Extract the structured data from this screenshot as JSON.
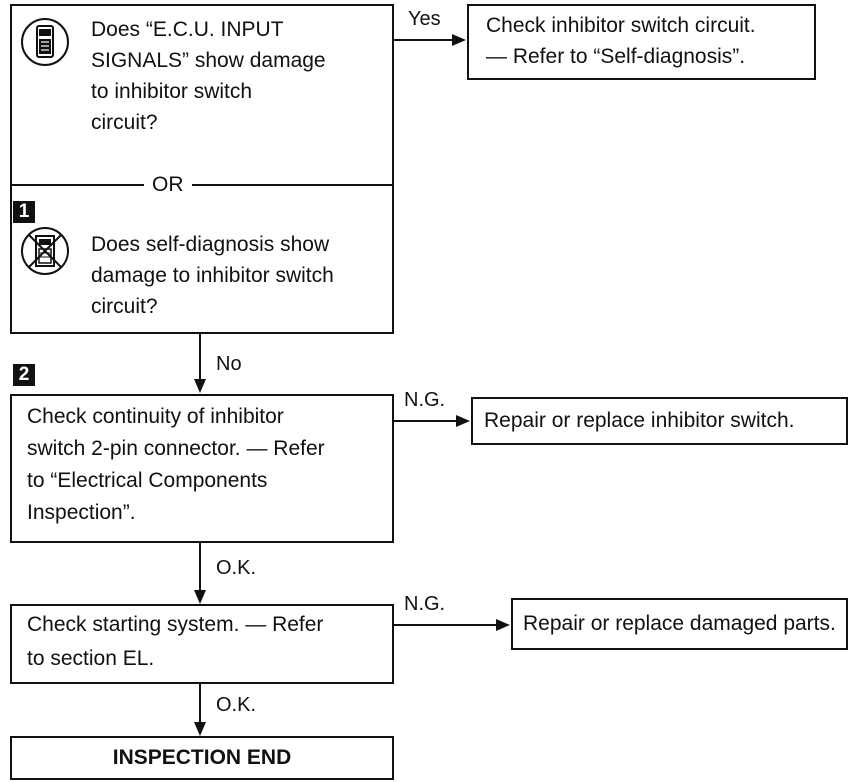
{
  "question_block": {
    "q1_lines": [
      "Does “E.C.U. INPUT",
      "SIGNALS” show damage",
      "to inhibitor switch",
      "circuit?"
    ],
    "or_label": "OR",
    "step1_number": "1",
    "q2_lines": [
      "Does self-diagnosis show",
      "damage to inhibitor switch",
      "circuit?"
    ],
    "icons": {
      "q1": "consult-tester-icon",
      "q2": "no-tester-icon"
    }
  },
  "yes_branch": {
    "label": "Yes",
    "lines": [
      "Check inhibitor switch circuit.",
      "— Refer to “Self-diagnosis”."
    ]
  },
  "no_label": "No",
  "step2": {
    "number": "2",
    "lines": [
      "Check continuity of inhibitor",
      "switch 2-pin connector. — Refer",
      "to “Electrical Components",
      "Inspection”."
    ],
    "ng_label": "N.G.",
    "ng_action": "Repair or replace inhibitor switch.",
    "ok_label": "O.K."
  },
  "step3": {
    "lines": [
      "Check starting system. — Refer",
      "to section EL."
    ],
    "ng_label": "N.G.",
    "ng_action": "Repair or replace damaged parts.",
    "ok_label": "O.K."
  },
  "end_box": {
    "label": "INSPECTION END"
  }
}
